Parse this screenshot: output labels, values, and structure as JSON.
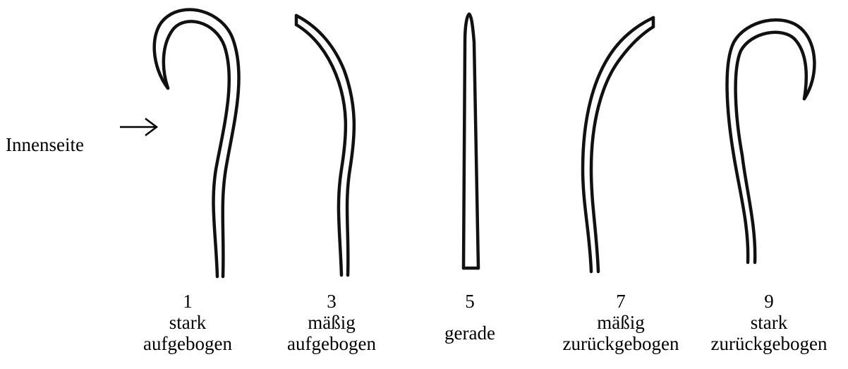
{
  "annotation": {
    "inner_side_label": "Innenseite"
  },
  "shapes": [
    {
      "number": "1",
      "line1": "stark",
      "line2": "aufgebogen"
    },
    {
      "number": "3",
      "line1": "mäßig",
      "line2": "aufgebogen"
    },
    {
      "number": "5",
      "line1": "gerade",
      "line2": ""
    },
    {
      "number": "7",
      "line1": "mäßig",
      "line2": "zurückgebogen"
    },
    {
      "number": "9",
      "line1": "stark",
      "line2": "zurückgebogen"
    }
  ]
}
